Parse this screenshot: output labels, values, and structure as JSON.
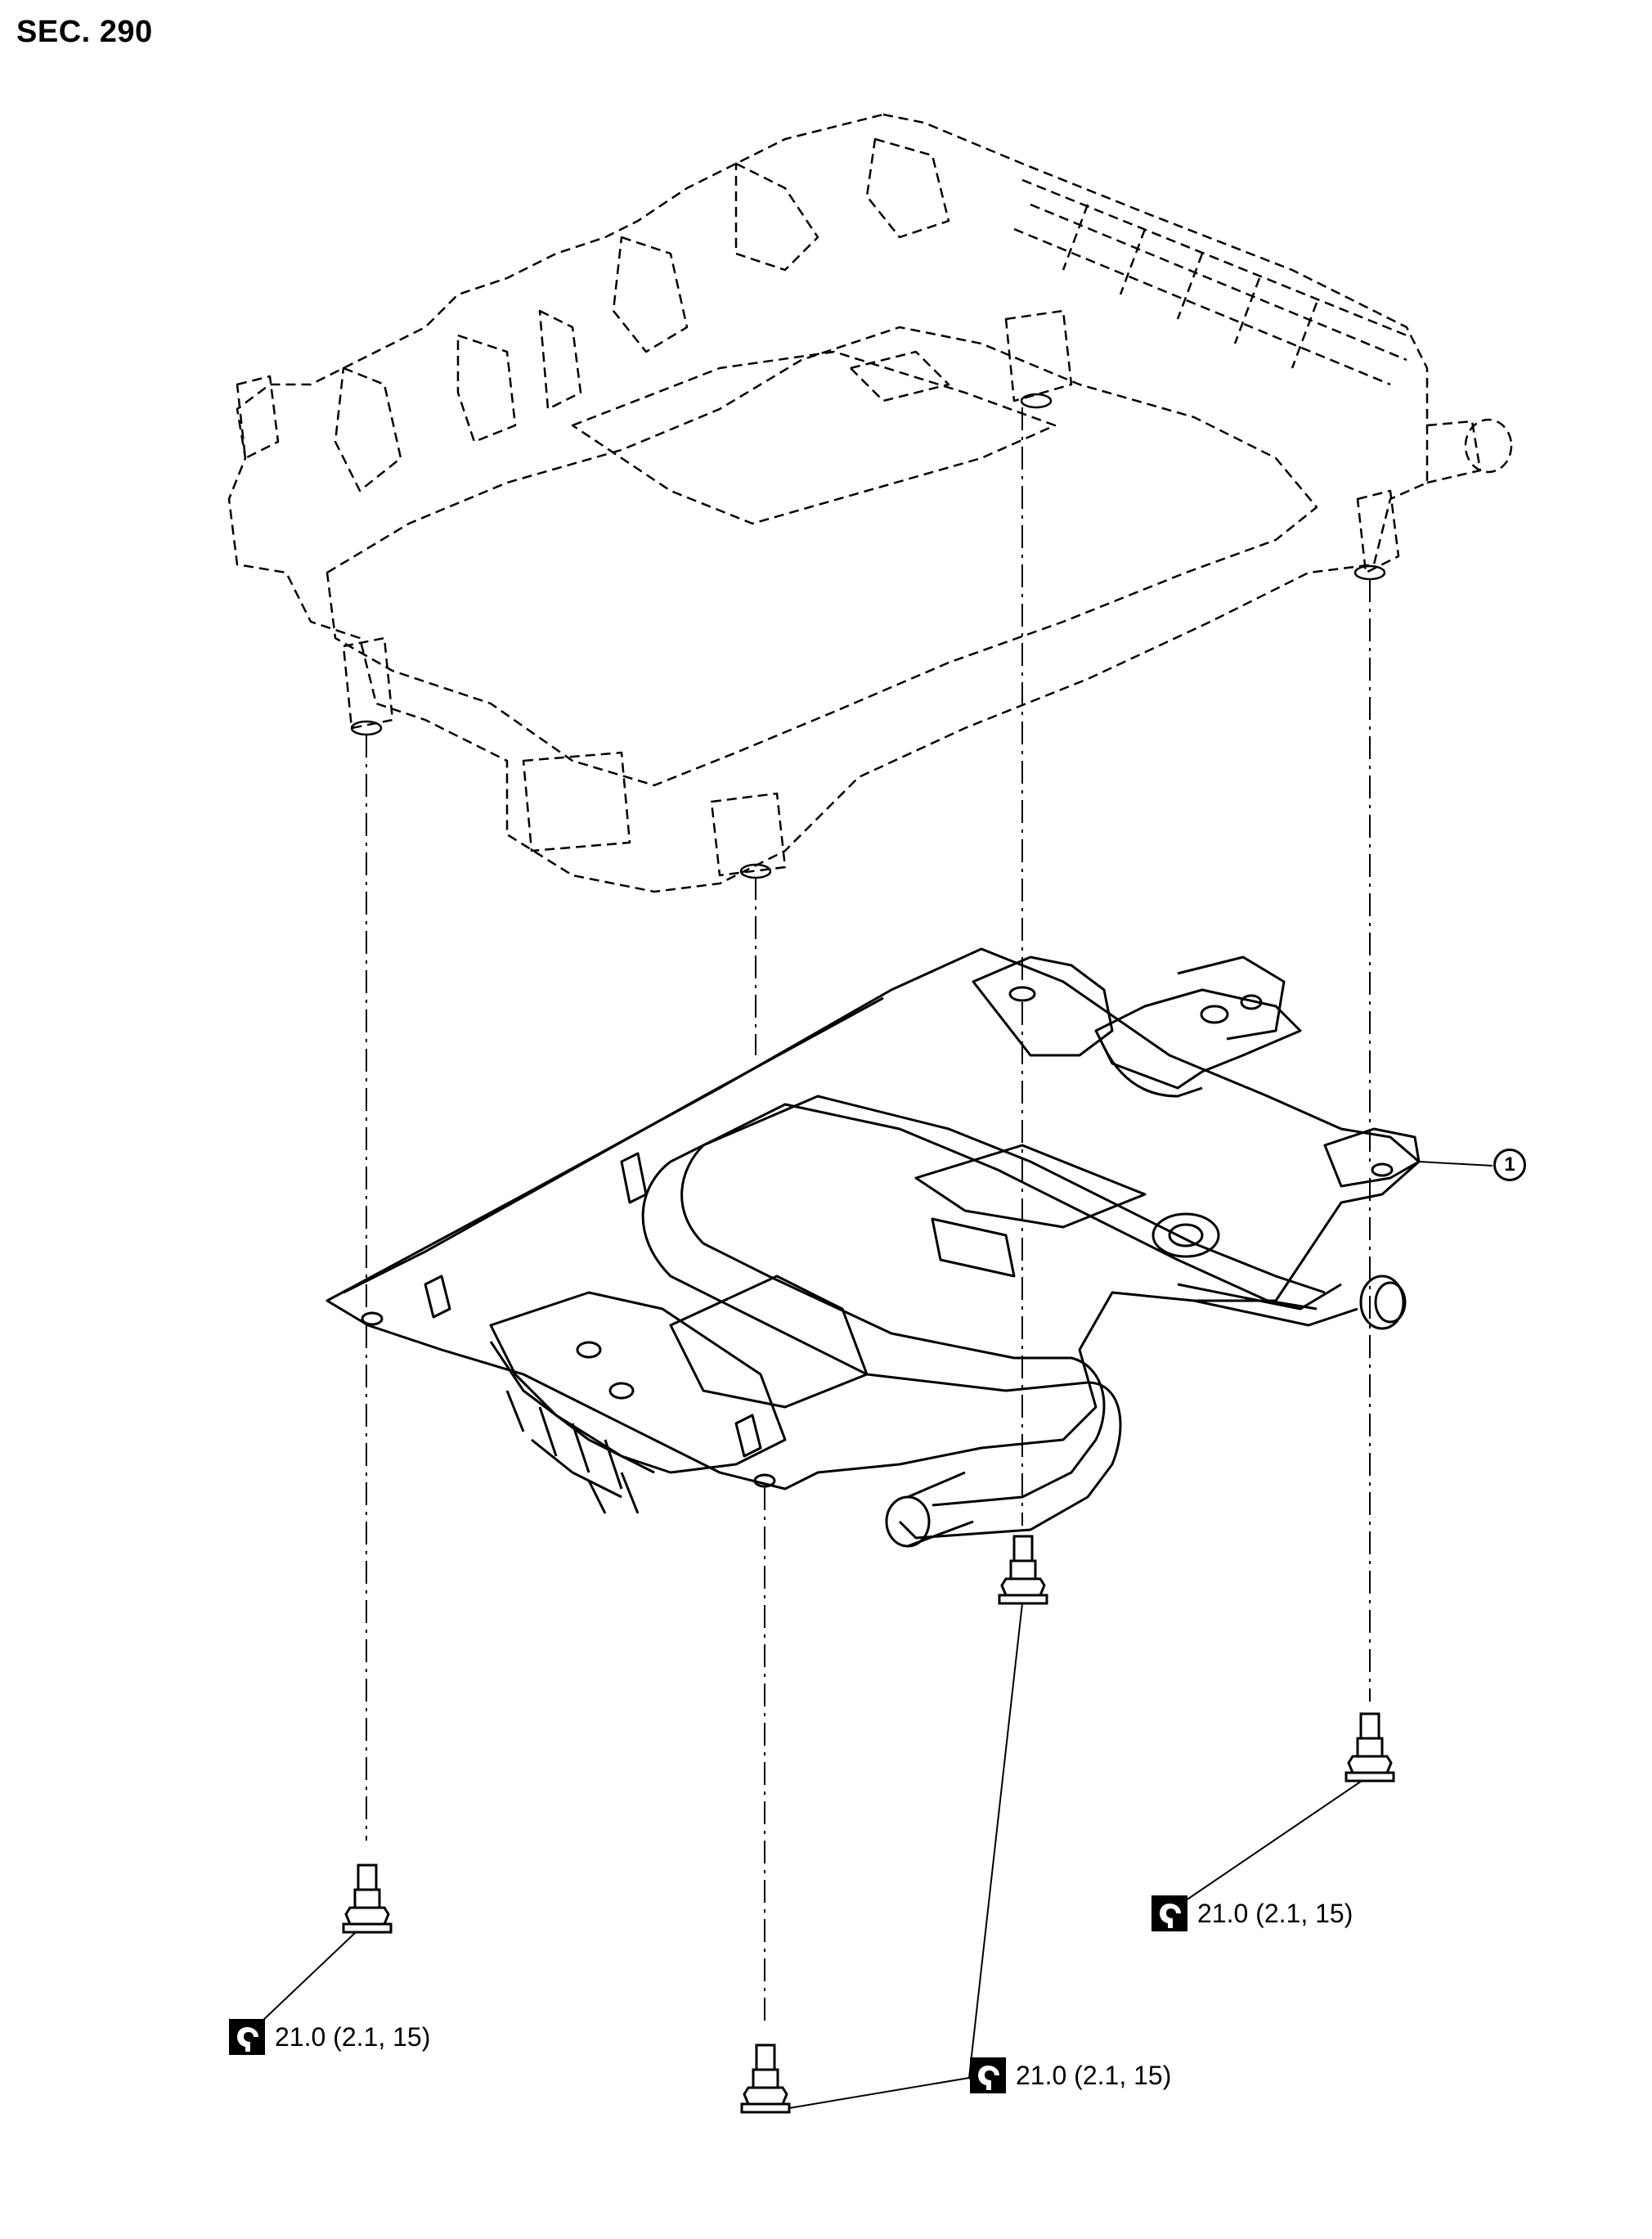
{
  "section": {
    "title": "SEC. 290"
  },
  "callouts": [
    {
      "number": "1"
    }
  ],
  "torque_specs": [
    {
      "value": "21.0 (2.1, 15)",
      "icon": "torque-wrench-icon"
    },
    {
      "value": "21.0 (2.1, 15)",
      "icon": "torque-wrench-icon"
    },
    {
      "value": "21.0 (2.1, 15)",
      "icon": "torque-wrench-icon"
    }
  ],
  "colors": {
    "line": "#000000",
    "background": "#ffffff"
  }
}
